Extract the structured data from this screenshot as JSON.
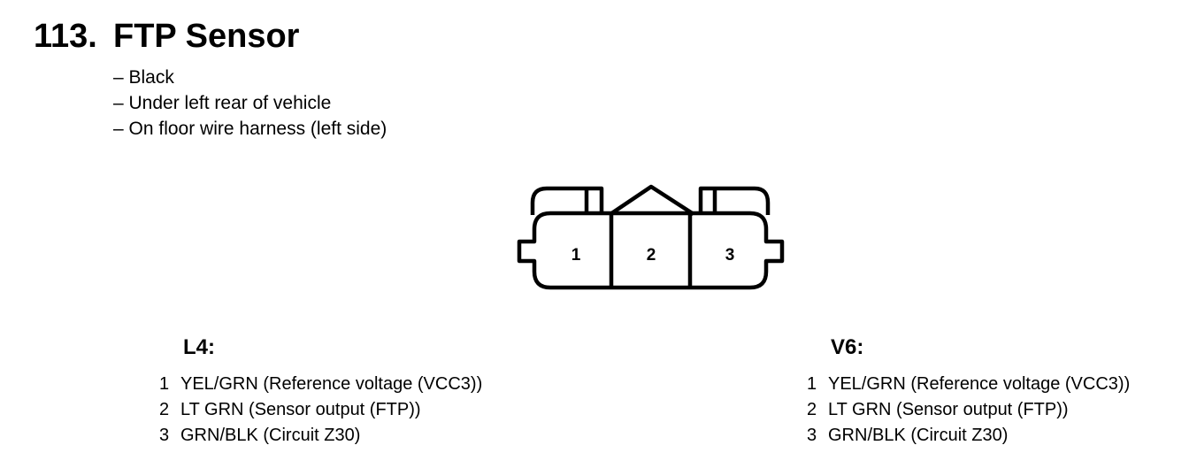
{
  "title": {
    "number": "113.",
    "text": "FTP Sensor"
  },
  "description": [
    "– Black",
    "– Under left rear of vehicle",
    "– On floor wire harness (left side)"
  ],
  "connector": {
    "cavities": [
      "1",
      "2",
      "3"
    ]
  },
  "variants": [
    {
      "heading": "L4:",
      "pins": [
        {
          "no": "1",
          "text": "YEL/GRN (Reference voltage (VCC3))"
        },
        {
          "no": "2",
          "text": "LT GRN (Sensor output (FTP))"
        },
        {
          "no": "3",
          "text": "GRN/BLK (Circuit Z30)"
        }
      ]
    },
    {
      "heading": "V6:",
      "pins": [
        {
          "no": "1",
          "text": "YEL/GRN (Reference voltage (VCC3))"
        },
        {
          "no": "2",
          "text": "LT GRN (Sensor output (FTP))"
        },
        {
          "no": "3",
          "text": "GRN/BLK (Circuit Z30)"
        }
      ]
    }
  ]
}
